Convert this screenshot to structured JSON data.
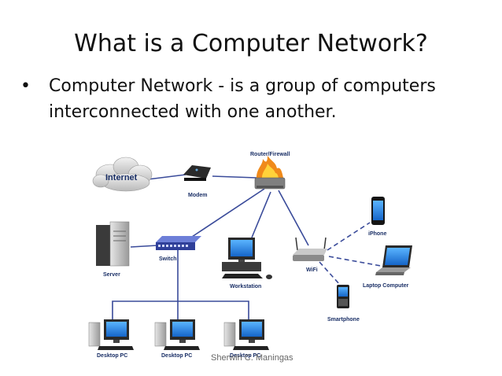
{
  "slide": {
    "title": "What is a Computer Network?",
    "bullet": "Computer Network - is a group of computers interconnected with one another.",
    "footer": "Sherwin C. Maningas"
  },
  "diagram": {
    "labels": {
      "internet": "Internet",
      "modem": "Modem",
      "router": "Router/Firewall",
      "iphone": "iPhone",
      "server": "Server",
      "switch": "Switch",
      "workstation": "Workstation",
      "wifi": "WiFi",
      "laptop": "Laptop Computer",
      "smartphone": "Smartphone",
      "desktop1": "Desktop PC",
      "desktop2": "Desktop PC",
      "desktop3": "Desktop PC"
    },
    "colors": {
      "wire": "#3a4b9a",
      "text": "#1a2f66",
      "screen": "#1f7fe0"
    }
  }
}
